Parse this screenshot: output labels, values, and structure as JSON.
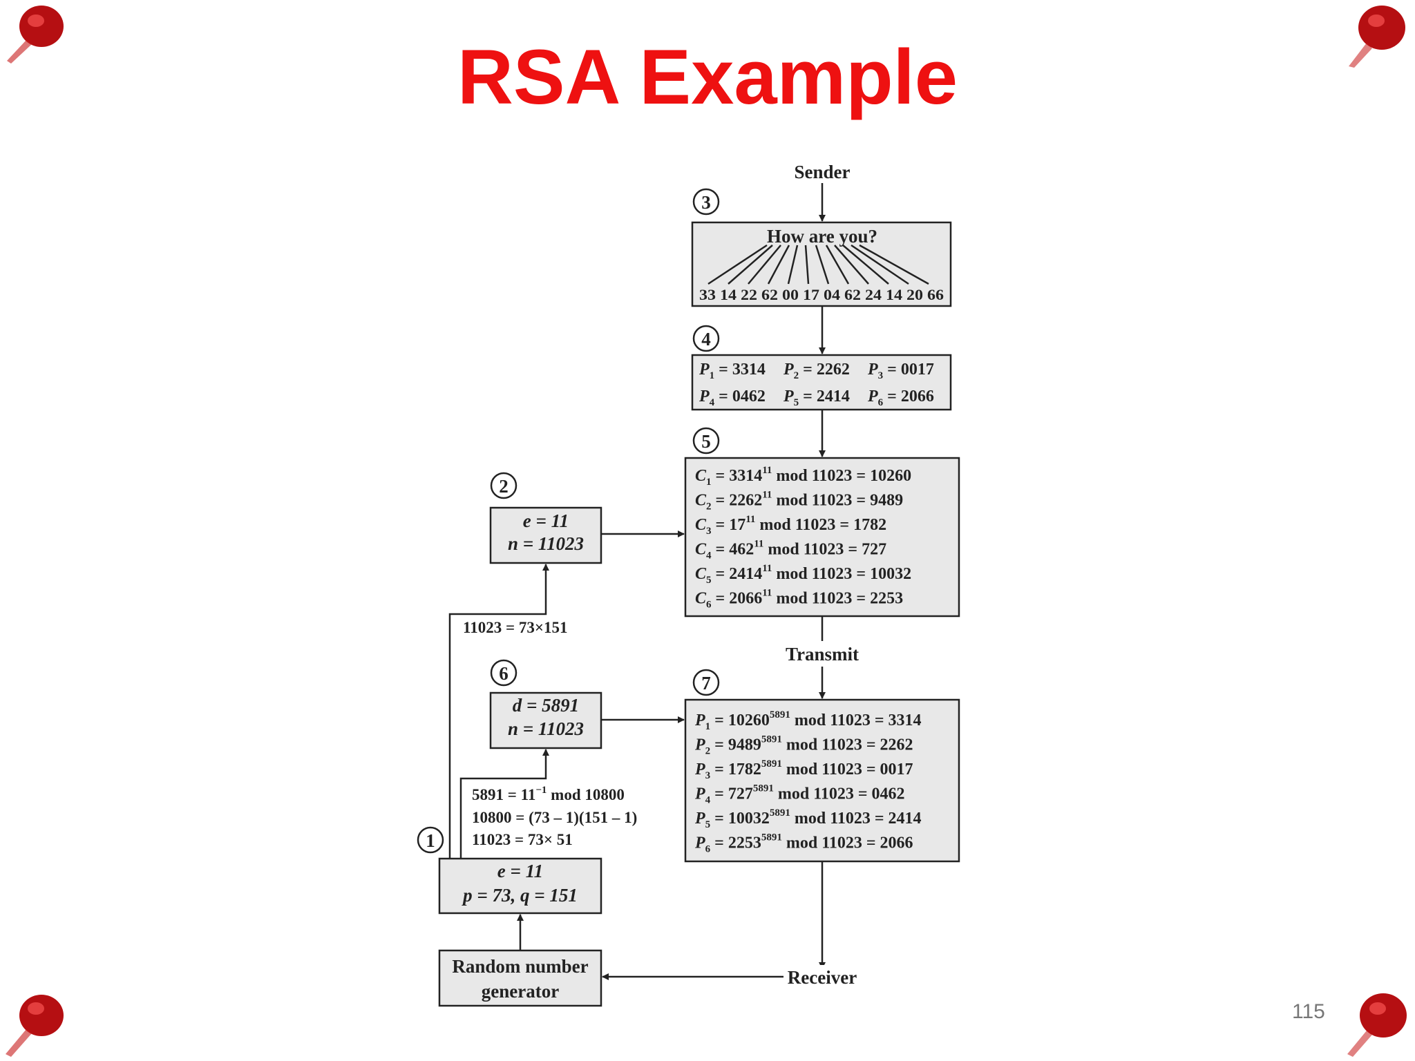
{
  "slide": {
    "title": "RSA Example",
    "page_number": "115"
  },
  "diagram": {
    "sender_label": "Sender",
    "transmit_label": "Transmit",
    "receiver_label": "Receiver",
    "rng_line1": "Random number",
    "rng_line2": "generator",
    "step_numbers": [
      "1",
      "2",
      "3",
      "4",
      "5",
      "6",
      "7"
    ],
    "message": "How are you?",
    "encoded_digits": "33 14 22 62 00 17 04 62 24 14 20 66",
    "plaintext_blocks": [
      {
        "sub": "1",
        "value": "3314"
      },
      {
        "sub": "2",
        "value": "2262"
      },
      {
        "sub": "3",
        "value": "0017"
      },
      {
        "sub": "4",
        "value": "0462"
      },
      {
        "sub": "5",
        "value": "2414"
      },
      {
        "sub": "6",
        "value": "2066"
      }
    ],
    "encryption": [
      {
        "sub": "1",
        "base": "3314",
        "exp": "11",
        "modtext": " mod 11023 = ",
        "result": "10260"
      },
      {
        "sub": "2",
        "base": "2262",
        "exp": "11",
        "modtext": " mod 11023 = ",
        "result": "9489"
      },
      {
        "sub": "3",
        "base": "17",
        "exp": "11",
        "modtext": " mod 11023 = ",
        "result": "1782"
      },
      {
        "sub": "4",
        "base": "462",
        "exp": "11",
        "modtext": " mod 11023 = ",
        "result": "727"
      },
      {
        "sub": "5",
        "base": "2414",
        "exp": "11",
        "modtext": " mod 11023 = ",
        "result": "10032"
      },
      {
        "sub": "6",
        "base": "2066",
        "exp": "11",
        "modtext": " mod 11023 = ",
        "result": "2253"
      }
    ],
    "decryption": [
      {
        "sub": "1",
        "base": "10260",
        "exp": "5891",
        "modtext": " mod 11023 = ",
        "result": "3314"
      },
      {
        "sub": "2",
        "base": "9489",
        "exp": "5891",
        "modtext": " mod 11023 = ",
        "result": "2262"
      },
      {
        "sub": "3",
        "base": "1782",
        "exp": "5891",
        "modtext": " mod 11023 = ",
        "result": "0017"
      },
      {
        "sub": "4",
        "base": "727",
        "exp": "5891",
        "modtext": " mod 11023 = ",
        "result": "0462"
      },
      {
        "sub": "5",
        "base": "10032",
        "exp": "5891",
        "modtext": " mod 11023 = ",
        "result": "2414"
      },
      {
        "sub": "6",
        "base": "2253",
        "exp": "5891",
        "modtext": " mod 11023 = ",
        "result": "2066"
      }
    ],
    "public_key": {
      "e": "e = 11",
      "n": "n = 11023"
    },
    "private_key": {
      "d": "d = 5891",
      "n": "n = 11023"
    },
    "key_gen": {
      "e": "e = 11",
      "pq": "p = 73, q = 151"
    },
    "factor_note": "11023 = 73×151",
    "derivation": {
      "line1_pre": "5891 = 11",
      "line1_exp": "−1",
      "line1_post": " mod 10800",
      "line2": "10800 = (73 – 1)(151 – 1)",
      "line3": "11023 = 73× 51"
    }
  }
}
